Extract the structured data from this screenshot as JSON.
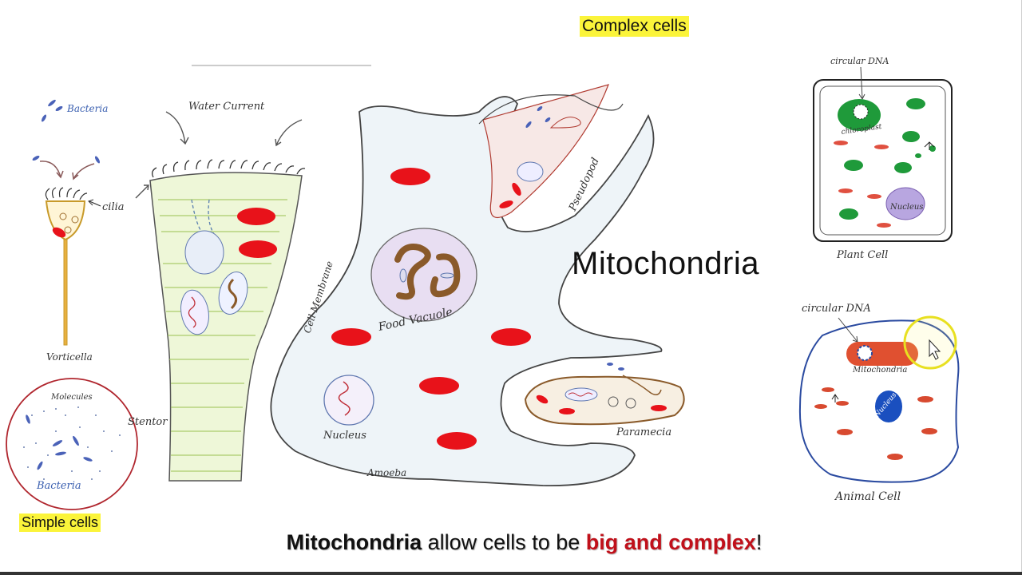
{
  "titles": {
    "complex_cells": "Complex cells",
    "simple_cells": "Simple cells",
    "mitochondria_big": "Mitochondria"
  },
  "caption": {
    "part1": "Mitochondria",
    "part2": " allow cells to be ",
    "part3": "big and complex",
    "part4": "!"
  },
  "labels": {
    "bacteria_top": "Bacteria",
    "water_current": "Water Current",
    "cilia": "cilia",
    "vorticella": "Vorticella",
    "stentor": "Stentor",
    "molecules": "Molecules",
    "bacteria_circle": "Bacteria",
    "cell_membrane": "Cell Membrane",
    "food_vacuole": "Food Vacuole",
    "nucleus": "Nucleus",
    "amoeba": "Amoeba",
    "pseudopod": "Pseudopod",
    "paramecia": "Paramecia",
    "circular_dna_plant": "circular DNA",
    "chloroplast": "chloroplast",
    "plant_nucleus": "Nucleus",
    "plant_cell": "Plant Cell",
    "circular_dna_animal": "circular DNA",
    "mitochondria_small": "Mitochondria",
    "animal_nucleus": "Nucleus",
    "animal_cell": "Animal Cell"
  },
  "colors": {
    "mitochondria_red": "#e8121a",
    "highlight_yellow": "#fbf43a",
    "chloroplast_green": "#1f9a3a",
    "cursor_ring": "#e8e020",
    "emphasis_red": "#c0101a"
  }
}
